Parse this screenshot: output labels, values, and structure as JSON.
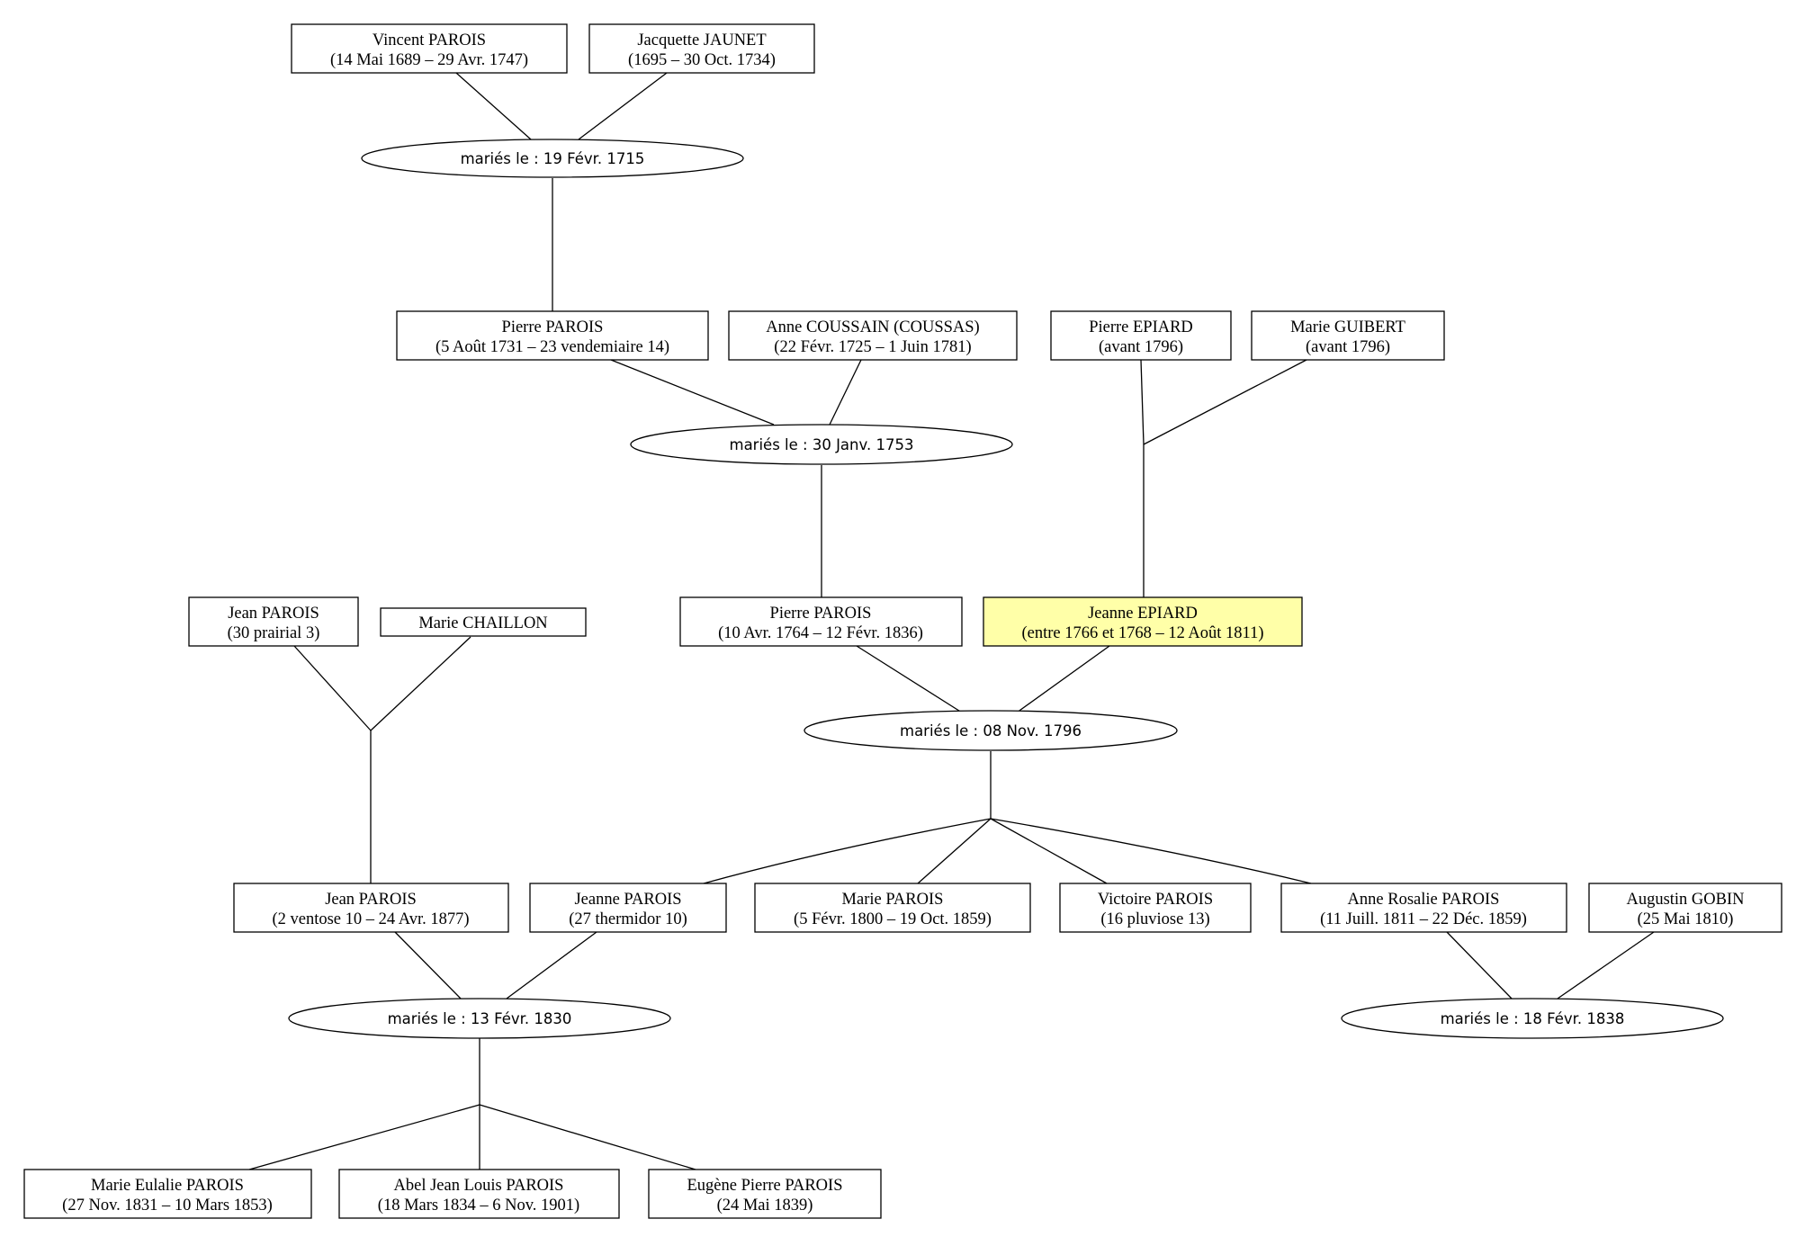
{
  "people": {
    "vincent_parois": {
      "name": "Vincent PAROIS",
      "dates": "(14 Mai 1689 – 29 Avr. 1747)"
    },
    "jacquette_jaunet": {
      "name": "Jacquette JAUNET",
      "dates": "(1695 – 30 Oct. 1734)"
    },
    "pierre_parois_1731": {
      "name": "Pierre PAROIS",
      "dates": "(5 Août 1731 – 23 vendemiaire 14)"
    },
    "anne_coussain": {
      "name": "Anne COUSSAIN (COUSSAS)",
      "dates": "(22 Févr. 1725 – 1 Juin 1781)"
    },
    "pierre_epiard": {
      "name": "Pierre EPIARD",
      "dates": "(avant 1796)"
    },
    "marie_guibert": {
      "name": "Marie GUIBERT",
      "dates": "(avant 1796)"
    },
    "jean_parois_prairial": {
      "name": "Jean PAROIS",
      "dates": "(30 prairial 3)"
    },
    "marie_chaillon": {
      "name": "Marie CHAILLON",
      "dates": ""
    },
    "pierre_parois_1764": {
      "name": "Pierre PAROIS",
      "dates": "(10 Avr. 1764 – 12 Févr. 1836)"
    },
    "jeanne_epiard": {
      "name": "Jeanne EPIARD",
      "dates": "(entre 1766 et 1768 – 12 Août 1811)"
    },
    "jean_parois_ventose": {
      "name": "Jean PAROIS",
      "dates": "(2 ventose 10 – 24 Avr. 1877)"
    },
    "jeanne_parois": {
      "name": "Jeanne PAROIS",
      "dates": "(27 thermidor 10)"
    },
    "marie_parois": {
      "name": "Marie PAROIS",
      "dates": "(5 Févr. 1800 – 19 Oct. 1859)"
    },
    "victoire_parois": {
      "name": "Victoire PAROIS",
      "dates": "(16 pluviose 13)"
    },
    "anne_rosalie_parois": {
      "name": "Anne Rosalie PAROIS",
      "dates": "(11 Juill. 1811 – 22 Déc. 1859)"
    },
    "augustin_gobin": {
      "name": "Augustin GOBIN",
      "dates": "(25 Mai 1810)"
    },
    "marie_eulalie_parois": {
      "name": "Marie Eulalie PAROIS",
      "dates": "(27 Nov. 1831 – 10 Mars 1853)"
    },
    "abel_jean_louis_parois": {
      "name": "Abel Jean Louis PAROIS",
      "dates": "(18 Mars 1834 – 6 Nov. 1901)"
    },
    "eugene_pierre_parois": {
      "name": "Eugène Pierre PAROIS",
      "dates": "(24 Mai 1839)"
    }
  },
  "unions": {
    "u1715": {
      "label": "mariés le : 19 Févr. 1715"
    },
    "u1753": {
      "label": "mariés le : 30 Janv. 1753"
    },
    "u1796": {
      "label": "mariés le : 08 Nov. 1796"
    },
    "u1830": {
      "label": "mariés le : 13 Févr. 1830"
    },
    "u1838": {
      "label": "mariés le : 18 Févr. 1838"
    }
  },
  "colors": {
    "highlight": "#ffffa8",
    "line": "#000000"
  }
}
